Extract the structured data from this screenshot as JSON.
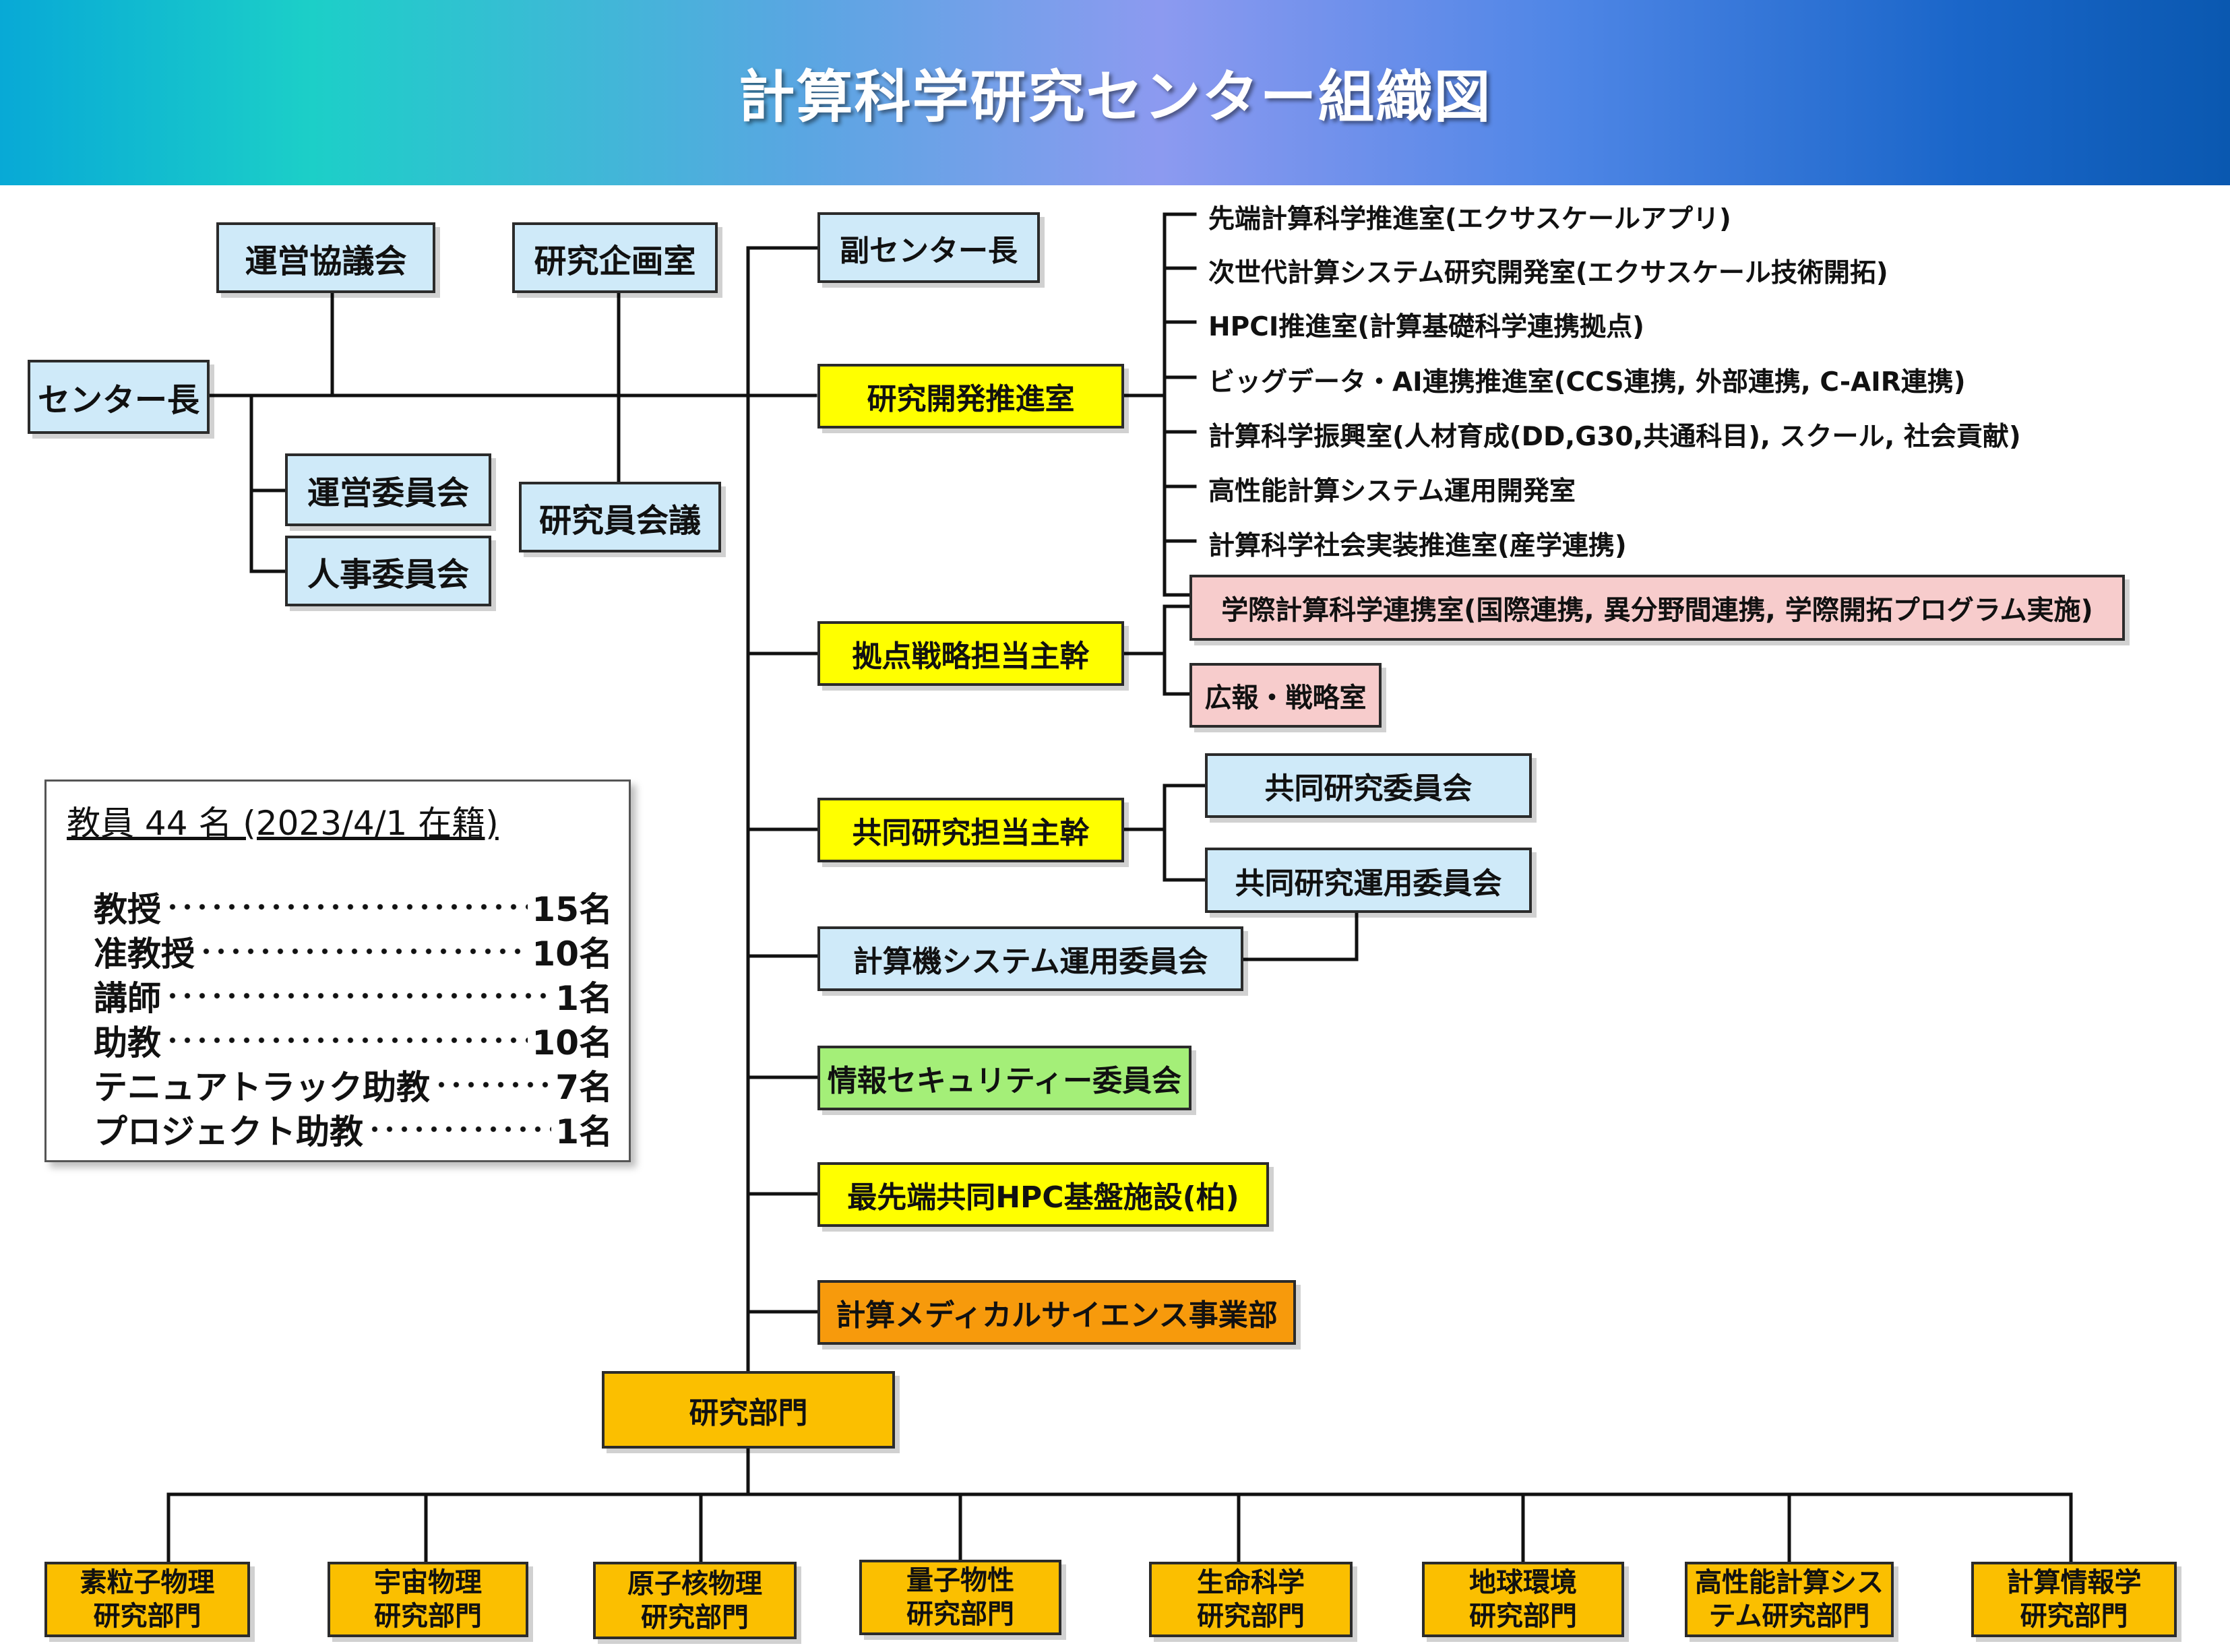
{
  "title": "計算科学研究センター組織図",
  "colors": {
    "blue_box": "#cfeaf9",
    "yellow_box": "#ffff00",
    "pink_box": "#f7cccc",
    "green_box": "#a4ef78",
    "orange_box": "#f79a0c",
    "department_box": "#fbbf00"
  },
  "left": {
    "director": "センター長",
    "steering_council": "運営協議会",
    "planning_office": "研究企画室",
    "steering_committee": "運営委員会",
    "personnel_committee": "人事委員会",
    "researchers_meeting": "研究員会議"
  },
  "trunk": {
    "deputy_director": "副センター長",
    "rd_promotion": "研究開発推進室",
    "base_strategy": "拠点戦略担当主幹",
    "joint_research_lead": "共同研究担当主幹",
    "computer_system_committee": "計算機システム運用委員会",
    "security_committee": "情報セキュリティー委員会",
    "jcahpc": "最先端共同HPC基盤施設(柏)",
    "medical_science": "計算メディカルサイエンス事業部",
    "research_divisions": "研究部門"
  },
  "offices": [
    "先端計算科学推進室(エクサスケールアプリ)",
    "次世代計算システム研究開発室(エクサスケール技術開拓)",
    "HPCI推進室(計算基礎科学連携拠点)",
    "ビッグデータ・AI連携推進室(CCS連携, 外部連携, C-AIR連携)",
    "計算科学振興室(人材育成(DD,G30,共通科目), スクール, 社会貢献)",
    "高性能計算システム運用開発室",
    "計算科学社会実装推進室(産学連携)"
  ],
  "strategy_offices": {
    "international": "学際計算科学連携室(国際連携, 異分野間連携, 学際開拓プログラム実施)",
    "pr": "広報・戦略室"
  },
  "joint_committees": {
    "joint_research": "共同研究委員会",
    "joint_operation": "共同研究運用委員会"
  },
  "departments": [
    [
      "素粒子物理",
      "研究部門"
    ],
    [
      "宇宙物理",
      "研究部門"
    ],
    [
      "原子核物理",
      "研究部門"
    ],
    [
      "量子物性",
      "研究部門"
    ],
    [
      "生命科学",
      "研究部門"
    ],
    [
      "地球環境",
      "研究部門"
    ],
    [
      "高性能計算シス",
      "テム研究部門"
    ],
    [
      "計算情報学",
      "研究部門"
    ]
  ],
  "faculty": {
    "title": "教員 44 名 (2023/4/1 在籍)",
    "rows": [
      {
        "role": "教授",
        "count": "15名"
      },
      {
        "role": "准教授",
        "count": "10名"
      },
      {
        "role": "講師",
        "count": "1名"
      },
      {
        "role": "助教",
        "count": "10名"
      },
      {
        "role": "テニュアトラック助教",
        "count": "7名"
      },
      {
        "role": "プロジェクト助教",
        "count": "1名"
      }
    ]
  }
}
